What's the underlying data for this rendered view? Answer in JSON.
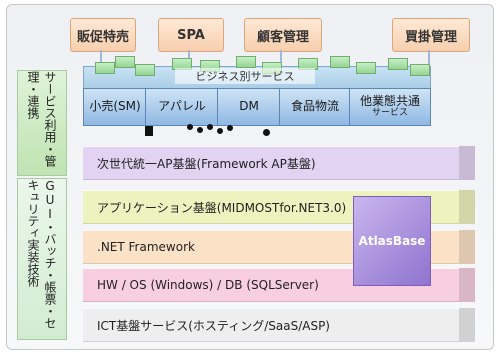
{
  "services_top": [
    "販促特売",
    "SPA",
    "顧客管理",
    "買掛管理"
  ],
  "business_services_label": "ビジネス別サービス",
  "business_apps": [
    {
      "label": "小売(SM)"
    },
    {
      "label": "アパレル"
    },
    {
      "label": "DM"
    },
    {
      "label": "食品物流"
    },
    {
      "label": "他業態共通",
      "sub": "サービス"
    }
  ],
  "layers": [
    {
      "label": "次世代統一AP基盤(Framework  AP基盤)",
      "color": "#e3d3f2"
    },
    {
      "label": "アプリケーション基盤(MIDMOSTfor.NET3.0)",
      "color": "#eef2bf"
    },
    {
      "label": ".NET Framework",
      "color": "#fbe2c6"
    },
    {
      "label": "HW / OS (Windows) / DB (SQLServer)",
      "color": "#f7cfe0"
    },
    {
      "label": "ICT基盤サービス(ホスティング/SaaS/ASP)",
      "color": "#eeeeee"
    }
  ],
  "atlas_label": "AtlasBase",
  "side_labels": {
    "top": "サービス利用・管理・連携",
    "bottom": "GUI・バッチ・帳票・セキュリティ実装技術"
  }
}
